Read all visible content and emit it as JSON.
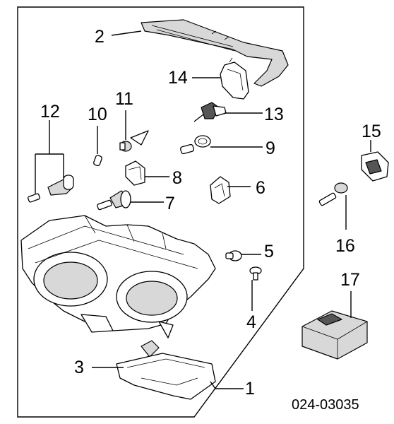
{
  "diagram_code": "024-03035",
  "callouts": {
    "c1": "1",
    "c2": "2",
    "c3": "3",
    "c4": "4",
    "c5": "5",
    "c6": "6",
    "c7": "7",
    "c8": "8",
    "c9": "9",
    "c10": "10",
    "c11": "11",
    "c12": "12",
    "c13": "13",
    "c14": "14",
    "c15": "15",
    "c16": "16",
    "c17": "17"
  }
}
